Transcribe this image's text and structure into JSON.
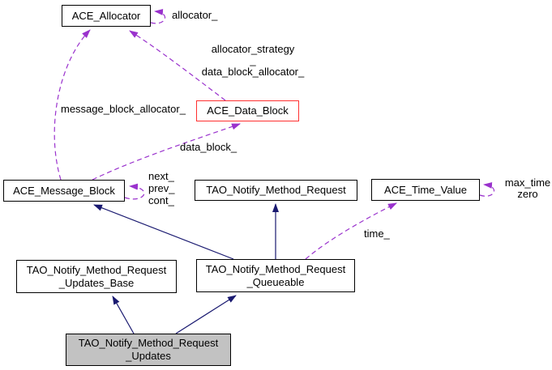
{
  "colors": {
    "background": "#ffffff",
    "node_fill": "#ffffff",
    "node_border": "#000000",
    "highlight_border": "#ff3030",
    "selected_fill": "#c2c2c2",
    "inheritance_color": "#191970",
    "usage_color": "#9a32cd"
  },
  "nodes": [
    {
      "id": "ace-allocator",
      "label": "ACE_Allocator"
    },
    {
      "id": "ace-data-block",
      "label": "ACE_Data_Block"
    },
    {
      "id": "ace-message-block",
      "label": "ACE_Message_Block"
    },
    {
      "id": "tao-notify-method-request",
      "label": "TAO_Notify_Method_Request"
    },
    {
      "id": "ace-time-value",
      "label": "ACE_Time_Value"
    },
    {
      "id": "tao-notify-method-request-updates-base",
      "label": "TAO_Notify_Method_Request\n_Updates_Base"
    },
    {
      "id": "tao-notify-method-request-queueable",
      "label": "TAO_Notify_Method_Request\n_Queueable"
    },
    {
      "id": "tao-notify-method-request-updates",
      "label": "TAO_Notify_Method_Request\n_Updates"
    }
  ],
  "edge_labels": [
    {
      "id": "allocator",
      "text": "allocator_"
    },
    {
      "id": "allocator-strategy-data-block-allocator",
      "text": "allocator_strategy\n_\ndata_block_allocator_"
    },
    {
      "id": "message-block-allocator",
      "text": "message_block_allocator_"
    },
    {
      "id": "data-block",
      "text": "data_block_"
    },
    {
      "id": "next-prev-cont",
      "text": "next_\nprev_\ncont_"
    },
    {
      "id": "time",
      "text": "time_"
    },
    {
      "id": "max-time-zero",
      "text": "max_time\nzero"
    }
  ]
}
